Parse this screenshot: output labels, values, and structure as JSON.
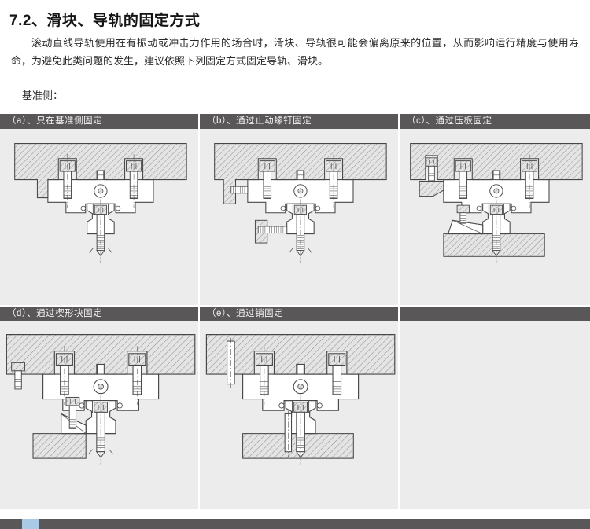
{
  "page": {
    "title": "7.2、滑块、导轨的固定方式",
    "intro": "滚动直线导轨使用在有振动或冲击力作用的场合时，滑块、导轨很可能会偏离原来的位置，从而影响运行精度与使用寿命，为避免此类问题的发生，建议依照下列固定方式固定导轨、滑块。",
    "datum_label": "基准侧："
  },
  "panels": [
    {
      "id": "a",
      "label": "（a）、只在基准侧固定",
      "variant": "a"
    },
    {
      "id": "b",
      "label": "（b）、通过止动螺钉固定",
      "variant": "b"
    },
    {
      "id": "c",
      "label": "（c）、通过压板固定",
      "variant": "c"
    },
    {
      "id": "d",
      "label": "（d）、通过楔形块固定",
      "variant": "d"
    },
    {
      "id": "e",
      "label": "（e）、通过销固定",
      "variant": "e"
    }
  ],
  "colors": {
    "header_bg": "#595757",
    "header_text": "#f4f3f2",
    "panel_bg": "#ececec",
    "line": "#474747",
    "footer_accent": "#a9c9e5"
  }
}
